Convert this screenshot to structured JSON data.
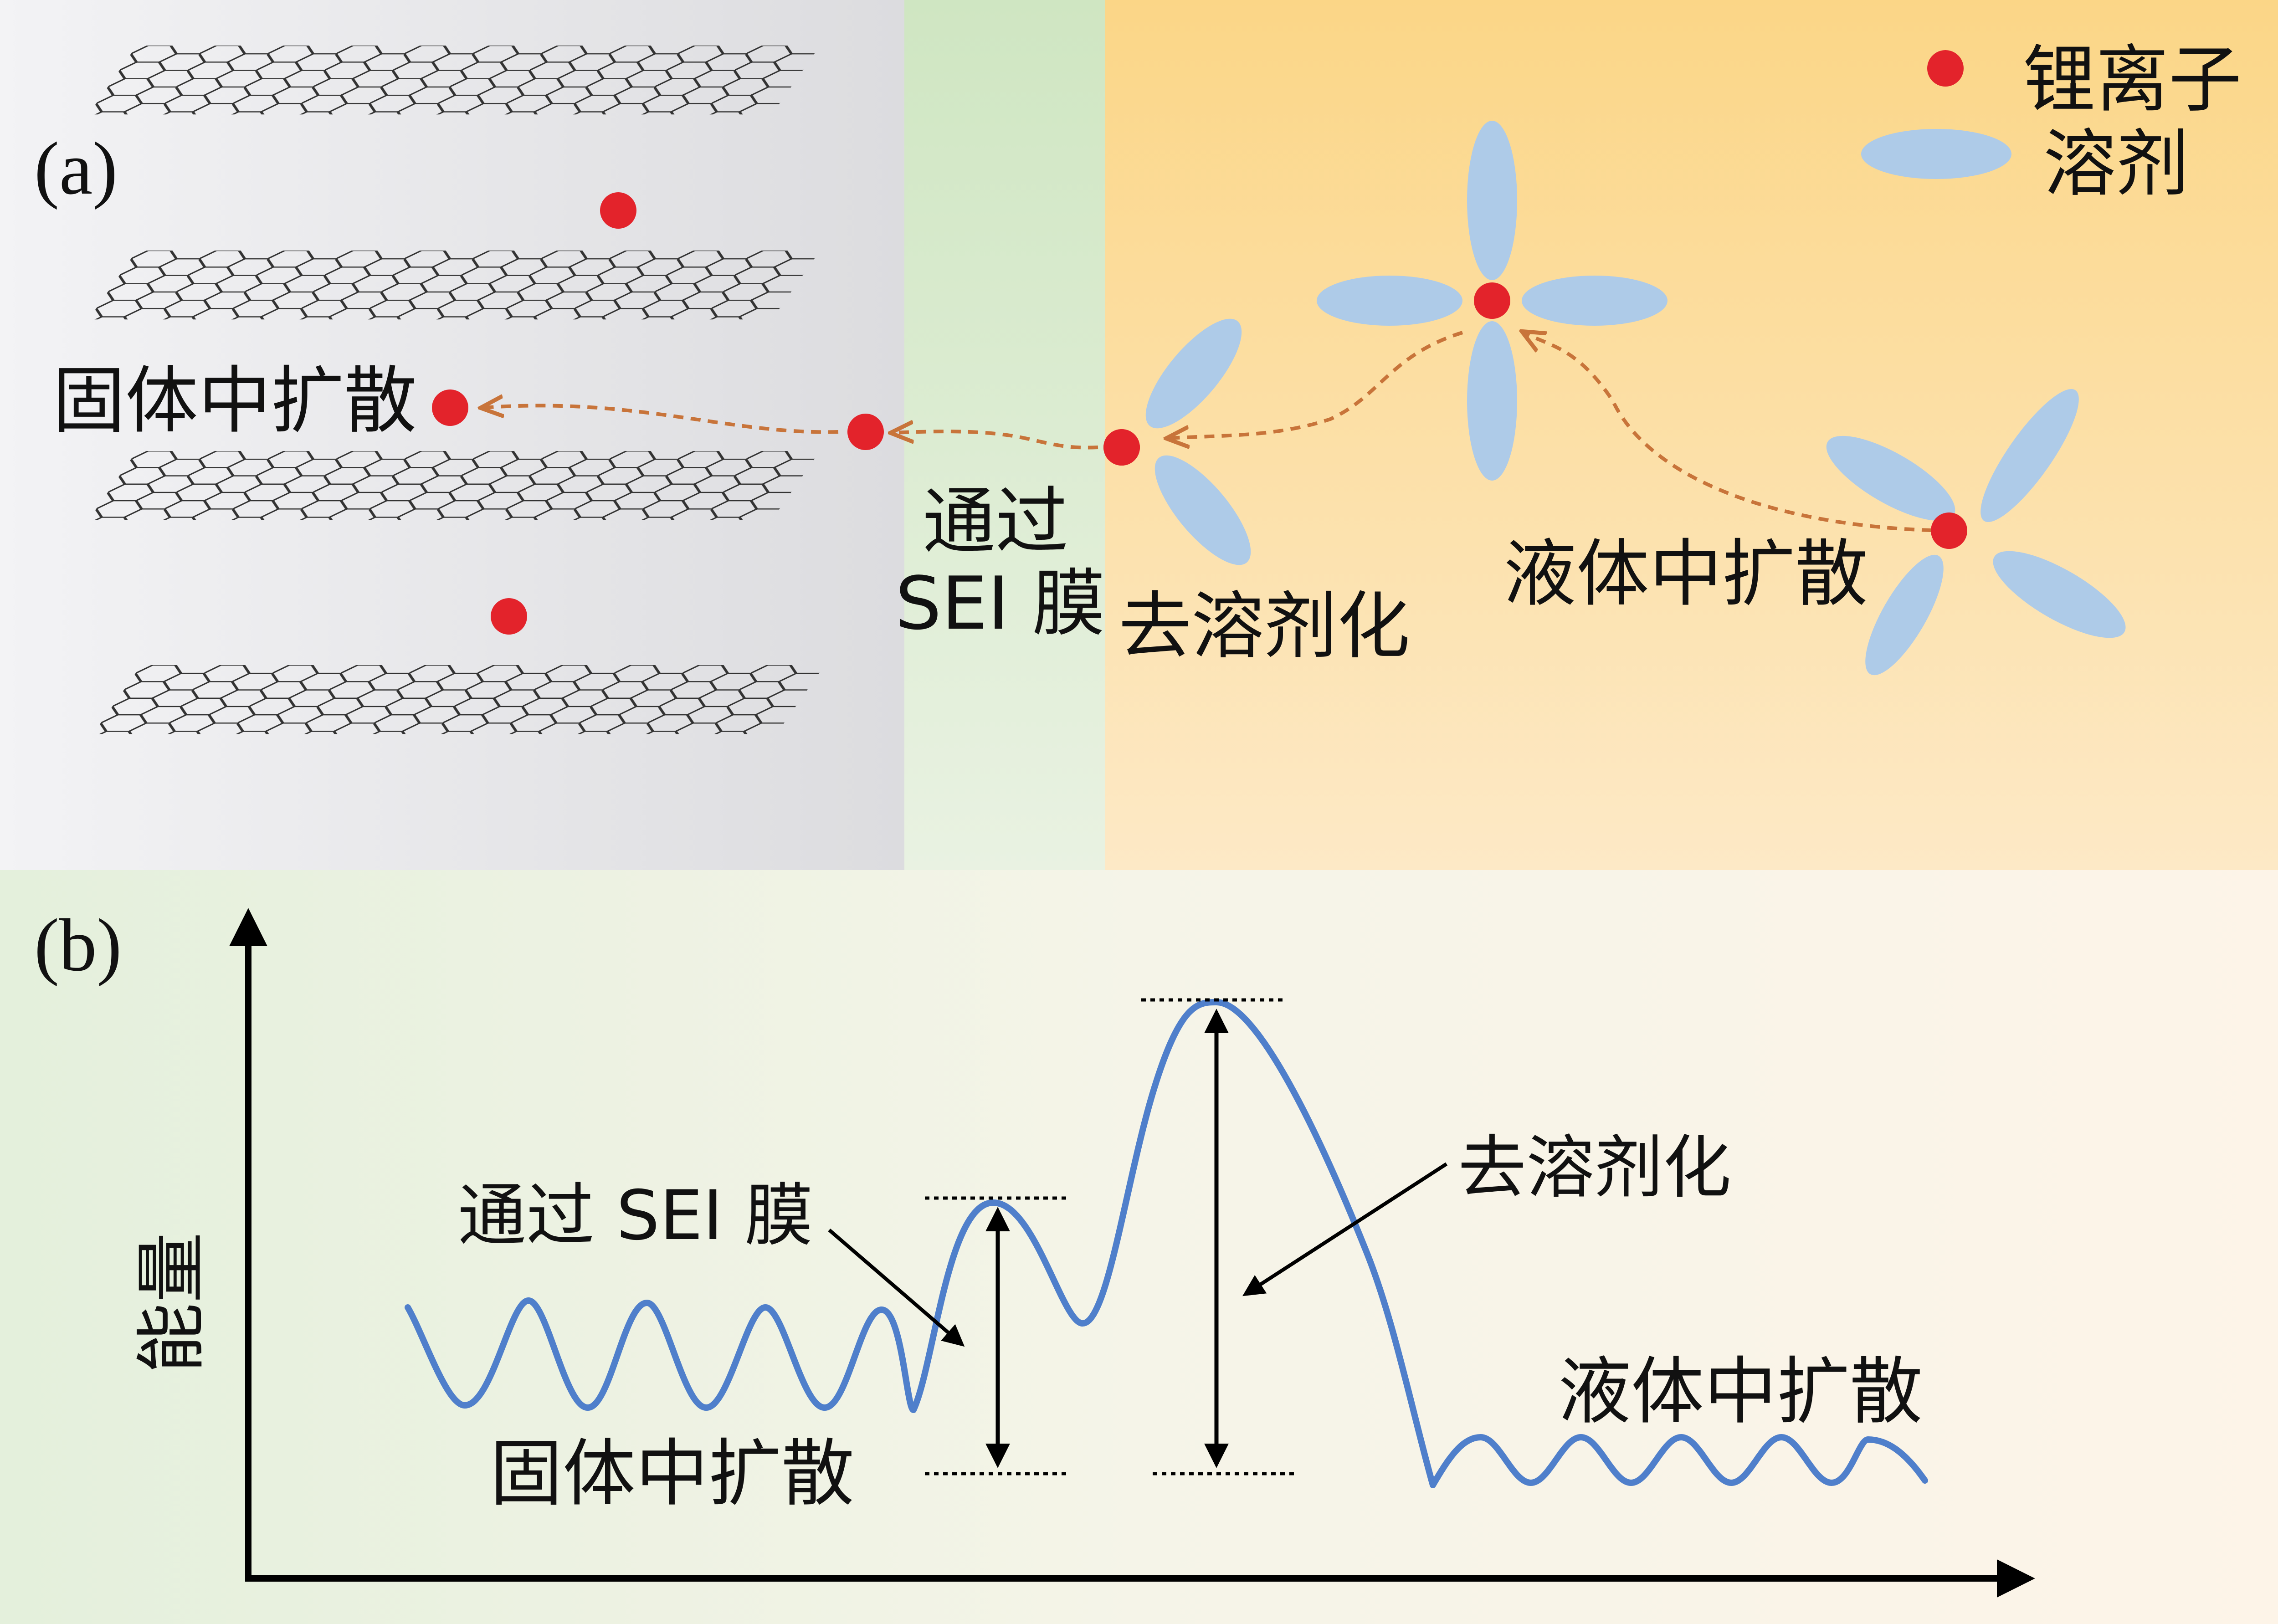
{
  "panel_a": {
    "label": "(a)",
    "legend": {
      "ion_label": "锂离子",
      "solvent_label": "溶剂"
    },
    "labels": {
      "solid_diffusion": "固体中扩散",
      "sei_line1": "通过",
      "sei_line2": "SEI 膜",
      "desolvation": "去溶剂化",
      "liquid_diffusion": "液体中扩散"
    },
    "colors": {
      "ion": "#e3232b",
      "solvent": "#aecbe8",
      "path": "#c8743a",
      "region_solid": "#e8e8ea",
      "region_sei": "#d3e7c8",
      "region_liquid": "#fbd98c"
    }
  },
  "panel_b": {
    "label": "(b)",
    "y_axis_label": "能量",
    "annotations": {
      "sei": "通过 SEI 膜",
      "desolvation": "去溶剂化",
      "solid_diffusion": "固体中扩散",
      "liquid_diffusion": "液体中扩散"
    },
    "colors": {
      "curve": "#4f7fcb",
      "axis": "#000000"
    }
  }
}
